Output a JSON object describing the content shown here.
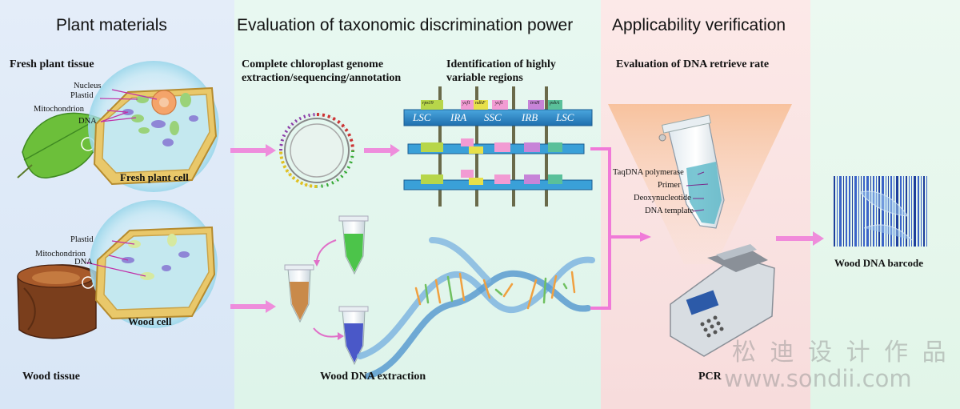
{
  "colors": {
    "panel1": "#dde9f8",
    "panel2": "#e5f7ef",
    "panel3": "#fbe6e6",
    "panel4": "#e9f8ef",
    "arrow": "#f07ad8",
    "cell_wall": "#d9b44a",
    "cytoplasm": "#bfe6ee",
    "lsc_bar": "#2f8ed0"
  },
  "sections": {
    "plant_materials": "Plant materials",
    "evaluation": "Evaluation of taxonomic discrimination power",
    "applicability": "Applicability verification"
  },
  "plant": {
    "fresh_tissue": "Fresh plant tissue",
    "fresh_cell": "Fresh plant cell",
    "wood_tissue": "Wood tissue",
    "wood_cell": "Wood cell",
    "fresh_labels": [
      "Nucleus",
      "Plastid",
      "Mitochondrion",
      "DNA"
    ],
    "wood_labels": [
      "Plastid",
      "Mitochondrion",
      "DNA"
    ]
  },
  "chloroplast": {
    "title_line1": "Complete chloroplast genome",
    "title_line2": "extraction/sequencing/annotation"
  },
  "variable": {
    "title_line1": "Identification of highly",
    "title_line2": "variable regions",
    "regions": [
      "LSC",
      "IRA",
      "SSC",
      "IRB",
      "LSC"
    ],
    "genes": [
      "rps19",
      "ycf1",
      "ndhF",
      "ycf1",
      "trnH",
      "psbA"
    ]
  },
  "extraction": {
    "label": "Wood DNA extraction"
  },
  "retrieve": {
    "title": "Evaluation of DNA retrieve rate",
    "reagents": [
      "TaqDNA polymerase",
      "Primer",
      "Deoxynucleotide",
      "DNA template"
    ],
    "machine": "PCR"
  },
  "barcode": {
    "label": "Wood DNA barcode"
  },
  "watermark": {
    "line1": "松 迪 设 计 作 品",
    "line2": "www.sondii.com"
  }
}
